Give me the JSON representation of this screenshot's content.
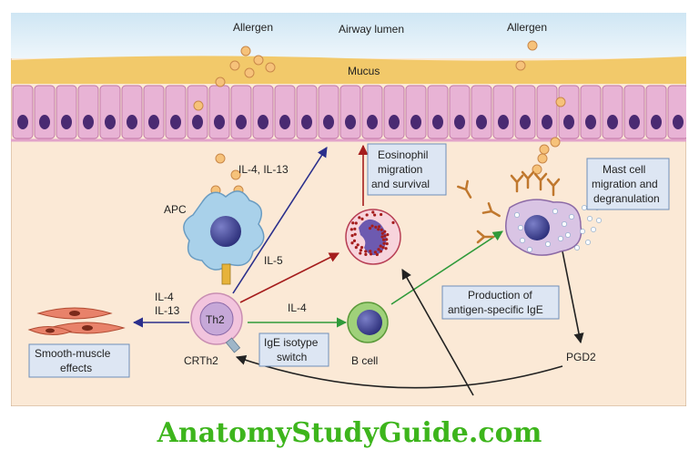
{
  "diagram": {
    "airway_lumen": "Airway lumen",
    "allergen_left": "Allergen",
    "allergen_right": "Allergen",
    "mucus": "Mucus",
    "il4_il13_top": "IL-4, IL-13",
    "apc": "APC",
    "eosinophil_line1": "Eosinophil",
    "eosinophil_line2": "migration",
    "eosinophil_line3": "and survival",
    "mast_line1": "Mast cell",
    "mast_line2": "migration and",
    "mast_line3": "degranulation",
    "il5": "IL-5",
    "il4_left": "IL-4",
    "il13_left": "IL-13",
    "il4_bcell": "IL-4",
    "th2": "Th2",
    "crth2": "CRTh2",
    "smooth_line1": "Smooth-muscle",
    "smooth_line2": "effects",
    "ige_line1": "IgE isotype",
    "ige_line2": "switch",
    "bcell": "B cell",
    "production_line1": "Production of",
    "production_line2": "antigen-specific IgE",
    "pgd2": "PGD2"
  },
  "watermark": "AnatomyStudyGuide.com",
  "colors": {
    "lumen": "#dcecf7",
    "mucus": "#f2c96a",
    "epithelium": "#e8b3d5",
    "nucleus": "#4a2a72",
    "tissue": "#fbe9d6",
    "arrow_blue": "#2a2f8c",
    "arrow_red": "#a51d1d",
    "arrow_green": "#2f9a3a",
    "arrow_black": "#222222",
    "watermark": "#3db51c"
  }
}
